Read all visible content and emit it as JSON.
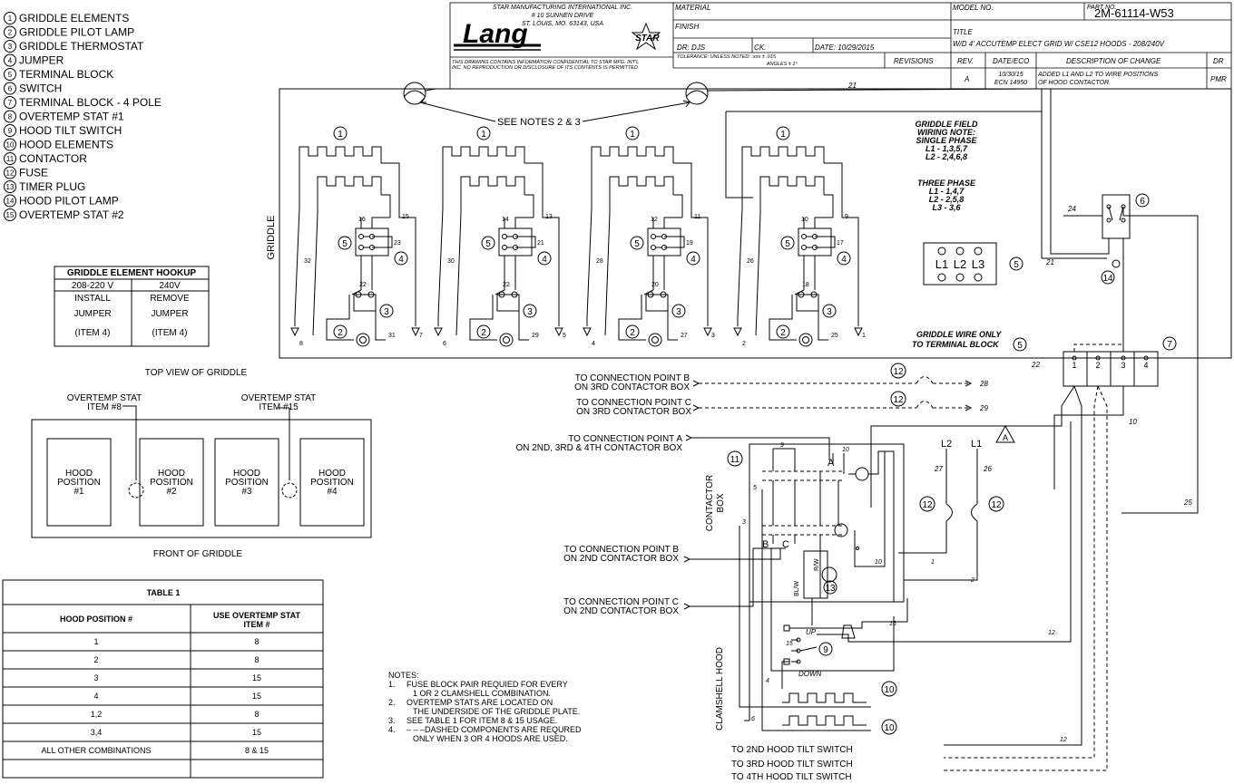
{
  "legend": [
    {
      "num": "1",
      "label": "GRIDDLE ELEMENTS"
    },
    {
      "num": "2",
      "label": "GRIDDLE PILOT LAMP"
    },
    {
      "num": "3",
      "label": "GRIDDLE THERMOSTAT"
    },
    {
      "num": "4",
      "label": "JUMPER"
    },
    {
      "num": "5",
      "label": "TERMINAL BLOCK"
    },
    {
      "num": "6",
      "label": "SWITCH"
    },
    {
      "num": "7",
      "label": "TERMINAL BLOCK - 4 POLE"
    },
    {
      "num": "8",
      "label": "OVERTEMP STAT #1"
    },
    {
      "num": "9",
      "label": "HOOD TILT SWITCH"
    },
    {
      "num": "10",
      "label": "HOOD ELEMENTS"
    },
    {
      "num": "11",
      "label": "CONTACTOR"
    },
    {
      "num": "12",
      "label": "FUSE"
    },
    {
      "num": "13",
      "label": "TIMER PLUG"
    },
    {
      "num": "14",
      "label": "HOOD PILOT LAMP"
    },
    {
      "num": "15",
      "label": "OVERTEMP STAT #2"
    }
  ],
  "hookup_table": {
    "title": "GRIDDLE ELEMENT HOOKUP",
    "col1": "208-220 V",
    "col2": "240V",
    "c1r1": "INSTALL",
    "c2r1": "REMOVE",
    "c1r2": "JUMPER",
    "c2r2": "JUMPER",
    "c1r3": "(ITEM 4)",
    "c2r3": "(ITEM 4)"
  },
  "title_block": {
    "company_line1": "STAR MANUFACTURING INTERNATIONAL INC.",
    "company_line2": "# 10 SUNNEN DRIVE",
    "company_line3": "ST. LOUIS, MO. 63143, USA",
    "logo_text": "Lang",
    "star_text": "STAR",
    "confidential": "THIS DRAWING CONTAINS INFORMATION CONFIDENTIAL TO STAR MFG. INT'L",
    "confidential2": "INC. NO REPRODUCTION OR DISCLOSURE OF ITS CONTENTS IS PERMITTED",
    "material_label": "MATERIAL",
    "finish_label": "FINISH",
    "dr_label": "DR: DJS",
    "ck_label": "CK.",
    "date_label": "DATE: 10/29/2015",
    "tolerance": "TOLERANCE: UNLESS NOTED: .xxx ± .015",
    "angles": "ANGLES ± 1°",
    "revisions": "REVISIONS",
    "model_label": "MODEL NO.",
    "part_label": "PART NO.",
    "part_no": "2M-61114-W53",
    "title_label": "TITLE",
    "title_text": "W/D 4' ACCUTEMP ELECT GRID W/ CSE12 HOODS - 208/240V",
    "rev_hdr": "REV.",
    "date_eco_hdr": "DATE/ECO",
    "desc_hdr": "DESCRIPTION OF CHANGE",
    "dr_hdr": "DR",
    "rev": "A",
    "rev_date": "10/30/15",
    "rev_eco": "ECN 14950",
    "rev_desc1": "ADDED L1 AND L2 TO WIRE POSITIONS",
    "rev_desc2": "OF HOOD CONTACTOR.",
    "rev_dr": "PMR"
  },
  "griddle": {
    "side_label": "GRIDDLE",
    "see_notes": "SEE NOTES 2 & 3",
    "field_note": [
      "GRIDDLE FIELD",
      "WIRING NOTE:",
      "SINGLE PHASE",
      "L1 - 1,3,5,7",
      "L2 - 2,4,6,8"
    ],
    "three_phase": [
      "THREE PHASE",
      "L1 - 1,4,7",
      "L2 - 2,5,8",
      "L3 - 3,6"
    ],
    "terminal_labels": [
      "L1",
      "L2",
      "L3"
    ],
    "wire_only1": "GRIDDLE WIRE ONLY",
    "wire_only2": "TO TERMINAL BLOCK",
    "wire_numbers": {
      "w21a": "21",
      "w21b": "21",
      "w22": "22",
      "w24": "24",
      "w25": "25",
      "w10": "10"
    },
    "zone_wires": [
      {
        "top": "16",
        "right": "15",
        "jmp": "23",
        "mid": "22",
        "left": "32",
        "lamp": "31",
        "left_t": "8",
        "right_t": "7"
      },
      {
        "top": "14",
        "right": "13",
        "jmp": "21",
        "mid": "22",
        "left": "30",
        "lamp": "29",
        "left_t": "6",
        "right_t": "5"
      },
      {
        "top": "12",
        "right": "11",
        "jmp": "19",
        "mid": "20",
        "left": "28",
        "lamp": "27",
        "left_t": "4",
        "right_t": "3"
      },
      {
        "top": "10",
        "right": "9",
        "jmp": "17",
        "mid": "18",
        "left": "26",
        "lamp": "25",
        "left_t": "2",
        "right_t": "1"
      }
    ]
  },
  "top_view": {
    "title": "TOP VIEW OF GRIDDLE",
    "stat1": [
      "OVERTEMP STAT",
      "ITEM #8"
    ],
    "stat2": [
      "OVERTEMP STAT",
      "ITEM #15"
    ],
    "positions": [
      [
        "HOOD",
        "POSITION",
        "#1"
      ],
      [
        "HOOD",
        "POSITION",
        "#2"
      ],
      [
        "HOOD",
        "POSITION",
        "#3"
      ],
      [
        "HOOD",
        "POSITION",
        "#4"
      ]
    ],
    "front": "FRONT OF GRIDDLE"
  },
  "table1": {
    "title": "TABLE 1",
    "hdr1": "HOOD POSITION #",
    "hdr2a": "USE OVERTEMP STAT",
    "hdr2b": "ITEM #",
    "rows": [
      [
        "1",
        "8"
      ],
      [
        "2",
        "8"
      ],
      [
        "3",
        "15"
      ],
      [
        "4",
        "15"
      ],
      [
        "1,2",
        "8"
      ],
      [
        "3,4",
        "15"
      ],
      [
        "ALL OTHER COMBINATIONS",
        "8 & 15"
      ]
    ]
  },
  "notes": {
    "title": "NOTES:",
    "items": [
      [
        "1.",
        "FUSE BLOCK PAIR REQUIED FOR EVERY"
      ],
      [
        "",
        "1 OR 2 CLAMSHELL COMBINATION."
      ],
      [
        "2.",
        "OVERTEMP STATS ARE LOCATED ON"
      ],
      [
        "",
        "THE UNDERSIDE  OF THE GRIDDLE PLATE."
      ],
      [
        "3.",
        "SEE TABLE 1 FOR ITEM 8 & 15 USAGE."
      ],
      [
        "4.",
        "– – –DASHED COMPONENTS ARE REQURED"
      ],
      [
        "",
        "ONLY WHEN 3 OR 4 HOODS ARE USED."
      ]
    ]
  },
  "hood": {
    "conn_b3": [
      "TO CONNECTION POINT B",
      "ON 3RD CONTACTOR BOX"
    ],
    "conn_c3": [
      "TO CONNECTION POINT C",
      "ON 3RD CONTACTOR BOX"
    ],
    "conn_a": [
      "TO CONNECTION POINT A",
      "ON 2ND, 3RD & 4TH CONTACTOR BOX"
    ],
    "conn_b2": [
      "TO CONNECTION POINT B",
      "ON 2ND CONTACTOR BOX"
    ],
    "conn_c2": [
      "TO CONNECTION POINT C",
      "ON 2ND CONTACTOR BOX"
    ],
    "w28": "28",
    "w29": "29",
    "w27": "27",
    "w26": "26",
    "contactor_box": [
      "CONTACTOR",
      "BOX"
    ],
    "clamshell": "CLAMSHELL HOOD",
    "pt_a": "A",
    "pt_b": "B",
    "pt_c": "C",
    "l2": "L2",
    "l1": "L1",
    "rev_tri": "A",
    "bluw": "BL/W",
    "rw": "R/W",
    "up": "UP",
    "down": "DOWN",
    "wires": {
      "w9": "9",
      "w10a": "10",
      "w10b": "10",
      "w5": "5",
      "w3": "3",
      "w1": "1",
      "w2": "2",
      "w16": "16",
      "w15": "15",
      "w4": "4",
      "w6": "6",
      "w12a": "12",
      "w12b": "12"
    },
    "tilt2": "TO 2ND HOOD TILT SWITCH",
    "tilt3": "TO 3RD HOOD TILT SWITCH",
    "tilt4": "TO 4TH HOOD TILT SWITCH"
  },
  "terminal4": [
    "1",
    "2",
    "3",
    "4"
  ]
}
